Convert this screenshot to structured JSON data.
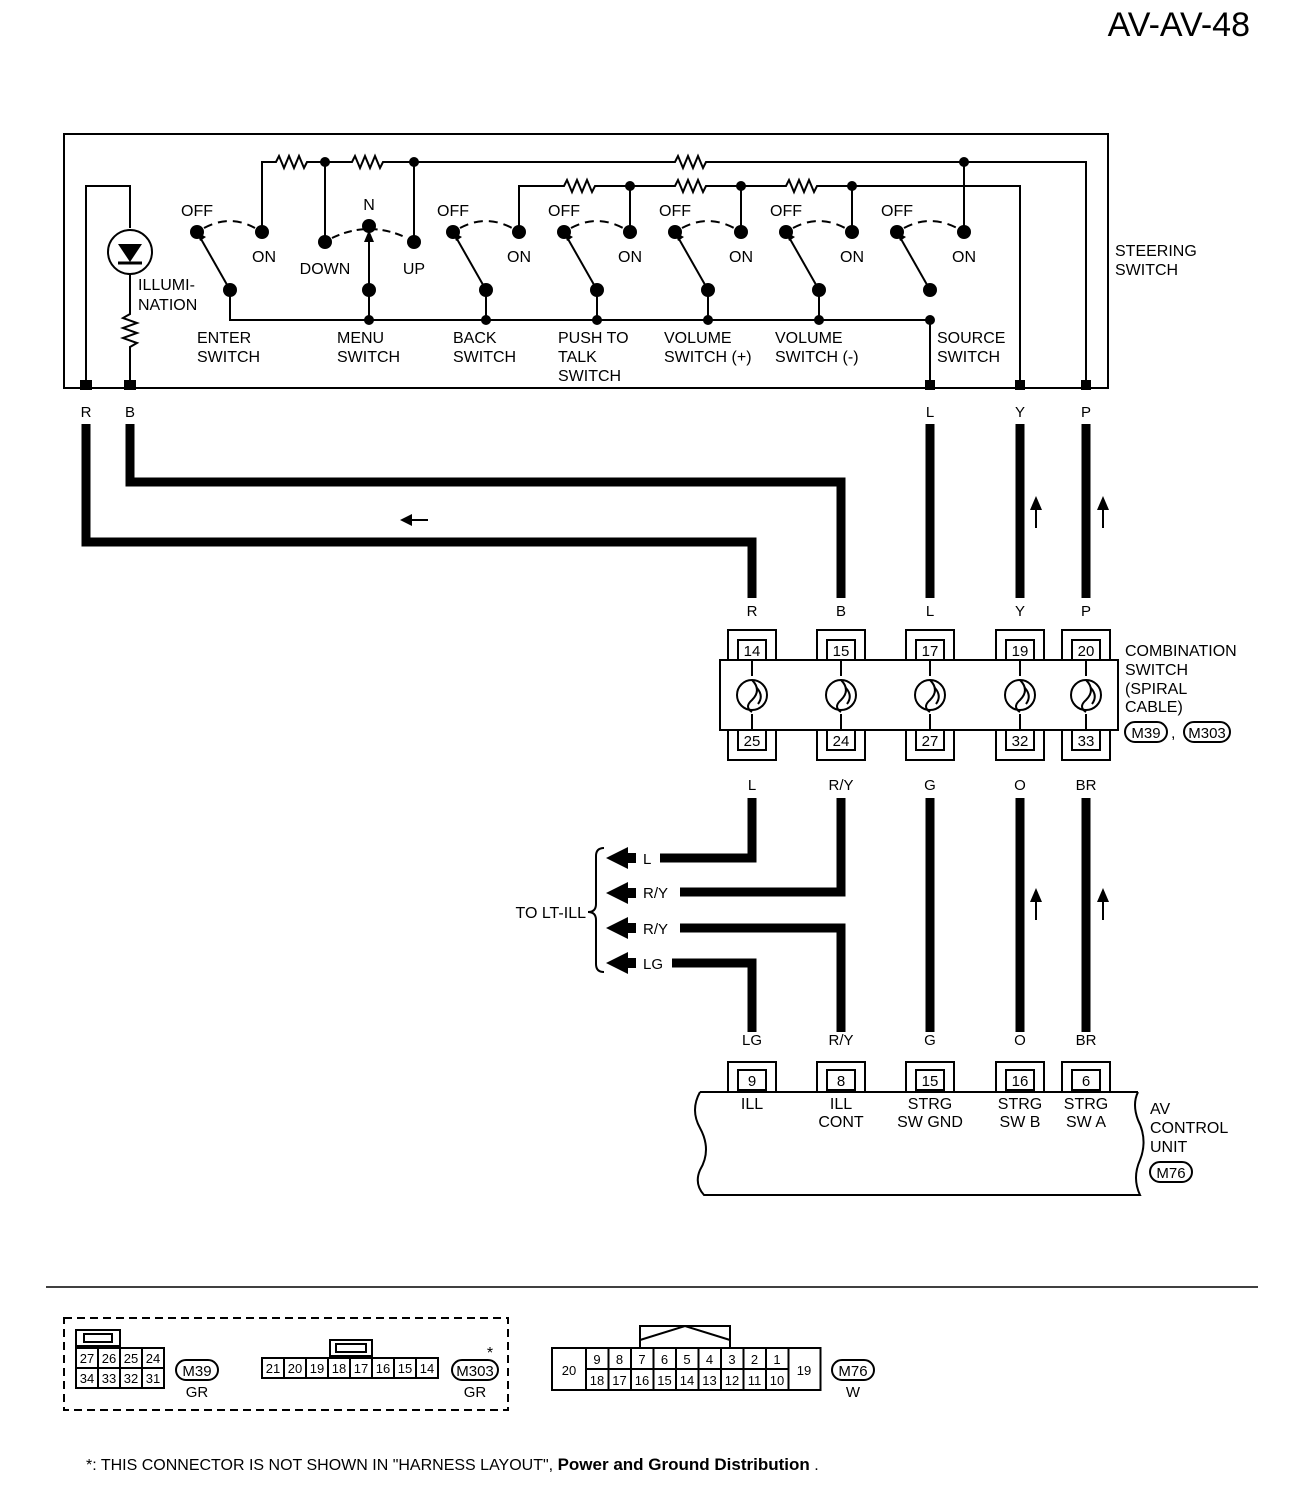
{
  "page": {
    "code": "AV-AV-48"
  },
  "steering_switch": {
    "name": [
      "STEERING",
      "SWITCH"
    ],
    "illumination": [
      "ILLUMI-",
      "NATION"
    ],
    "contacts": {
      "off": "OFF",
      "on": "ON",
      "n": "N",
      "down": "DOWN",
      "up": "UP"
    },
    "switches": [
      [
        "ENTER",
        "SWITCH"
      ],
      [
        "MENU",
        "SWITCH"
      ],
      [
        "BACK",
        "SWITCH"
      ],
      [
        "PUSH TO",
        "TALK",
        "SWITCH"
      ],
      [
        "VOLUME",
        "SWITCH (+)"
      ],
      [
        "VOLUME",
        "SWITCH (-)"
      ],
      [
        "SOURCE",
        "SWITCH"
      ]
    ],
    "wire_colors": [
      "R",
      "B",
      "L",
      "Y",
      "P"
    ]
  },
  "combination_switch": {
    "name": [
      "COMBINATION",
      "SWITCH",
      "(SPIRAL",
      " CABLE)"
    ],
    "connectors": [
      "M39",
      "M303"
    ],
    "top_colors": [
      "R",
      "B",
      "L",
      "Y",
      "P"
    ],
    "top_pins": [
      "14",
      "15",
      "17",
      "19",
      "20"
    ],
    "bottom_pins": [
      "25",
      "24",
      "27",
      "32",
      "33"
    ],
    "bottom_colors": [
      "L",
      "R/Y",
      "G",
      "O",
      "BR"
    ]
  },
  "lt_ill": {
    "label": "TO LT-ILL",
    "wires": [
      "L",
      "R/Y",
      "R/Y",
      "LG"
    ]
  },
  "av_control_unit": {
    "name": [
      "AV",
      "CONTROL",
      "UNIT"
    ],
    "connector": "M76",
    "wire_colors": [
      "LG",
      "R/Y",
      "G",
      "O",
      "BR"
    ],
    "pins": [
      "9",
      "8",
      "15",
      "16",
      "6"
    ],
    "pin_names": [
      [
        "ILL"
      ],
      [
        "ILL",
        "CONT"
      ],
      [
        "STRG",
        "SW GND"
      ],
      [
        "STRG",
        "SW B"
      ],
      [
        "STRG",
        "SW A"
      ]
    ]
  },
  "connector_views": {
    "m39": {
      "id": "M39",
      "color": "GR",
      "row1": [
        "27",
        "26",
        "25",
        "24"
      ],
      "row2": [
        "34",
        "33",
        "32",
        "31"
      ]
    },
    "m303": {
      "id": "M303",
      "color": "GR",
      "mark": "*",
      "row": [
        "21",
        "20",
        "19",
        "18",
        "17",
        "16",
        "15",
        "14"
      ]
    },
    "m76": {
      "id": "M76",
      "color": "W",
      "row1": [
        "9",
        "8",
        "7",
        "6",
        "5",
        "4",
        "3",
        "2",
        "1"
      ],
      "row2": [
        "18",
        "17",
        "16",
        "15",
        "14",
        "13",
        "12",
        "11",
        "10"
      ],
      "left": "20",
      "right": "19"
    }
  },
  "footnote": {
    "prefix": "*:",
    "text": "THIS CONNECTOR IS NOT SHOWN IN \"HARNESS LAYOUT\",",
    "bold": "Power and Ground Distribution",
    "suffix": "."
  }
}
